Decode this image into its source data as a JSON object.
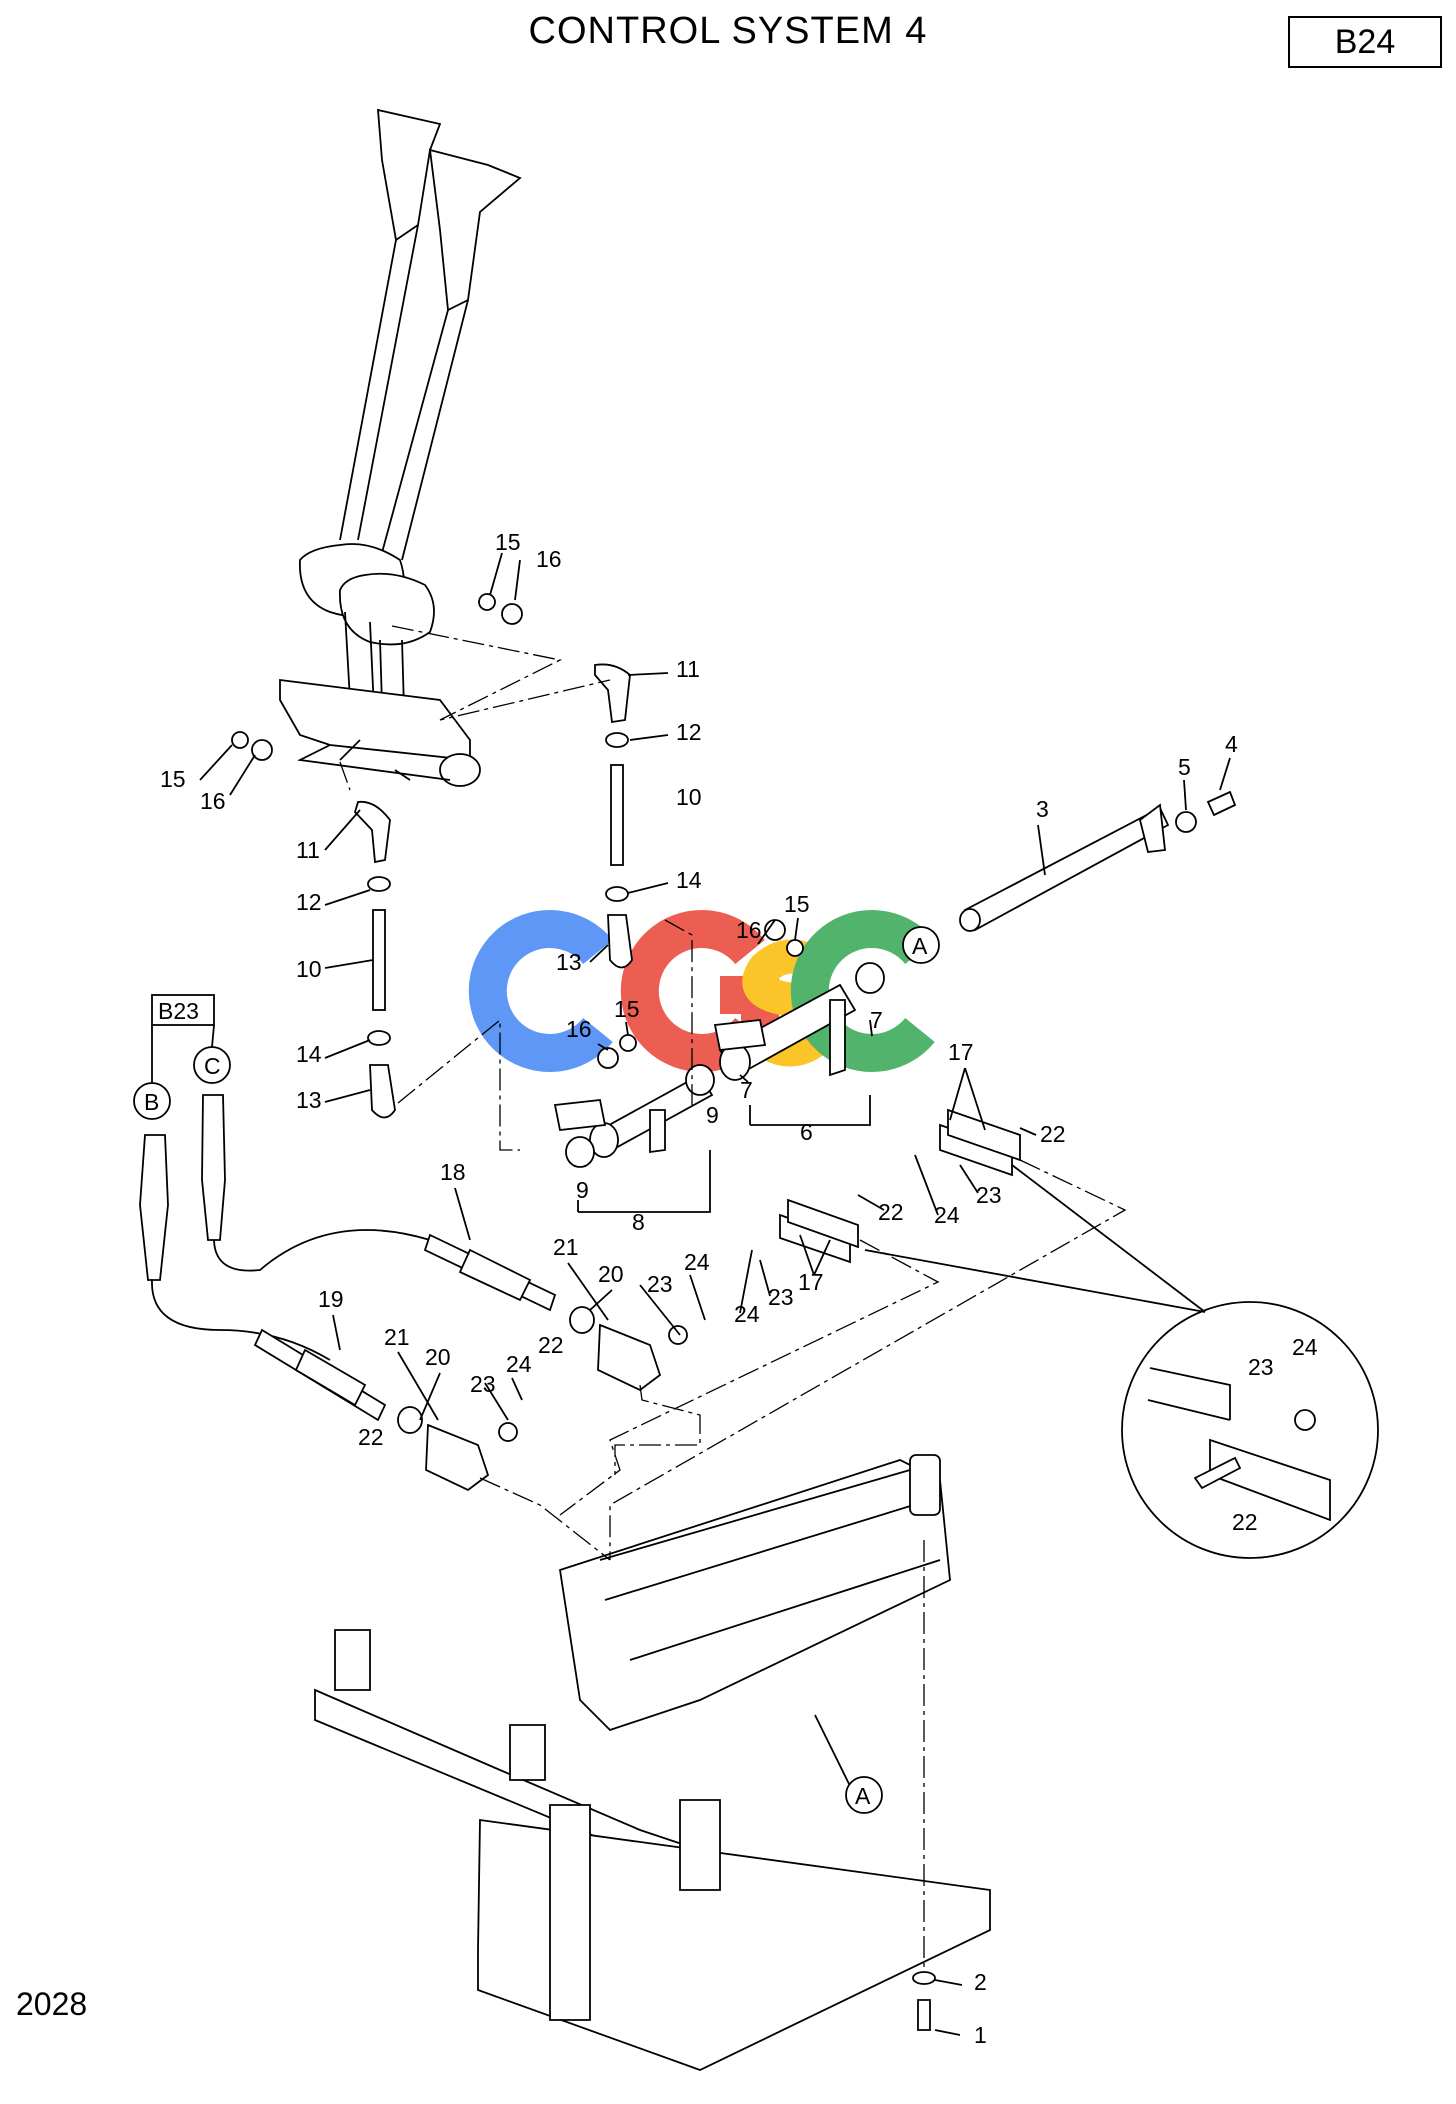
{
  "title": "CONTROL SYSTEM 4",
  "sheet_code": "B24",
  "page_number": "2028",
  "reference_box": "B23",
  "watermark_letters": [
    "C",
    "G",
    "S",
    "C"
  ],
  "watermark_colors": [
    "#4285f4",
    "#ea4335",
    "#fbbc05",
    "#34a853"
  ],
  "callouts": {
    "a": "A",
    "b": "B",
    "c": "C"
  },
  "part_numbers": [
    "1",
    "2",
    "3",
    "4",
    "5",
    "6",
    "7",
    "8",
    "9",
    "10",
    "11",
    "12",
    "13",
    "14",
    "15",
    "16",
    "17",
    "18",
    "19",
    "20",
    "21",
    "22",
    "23",
    "24"
  ]
}
